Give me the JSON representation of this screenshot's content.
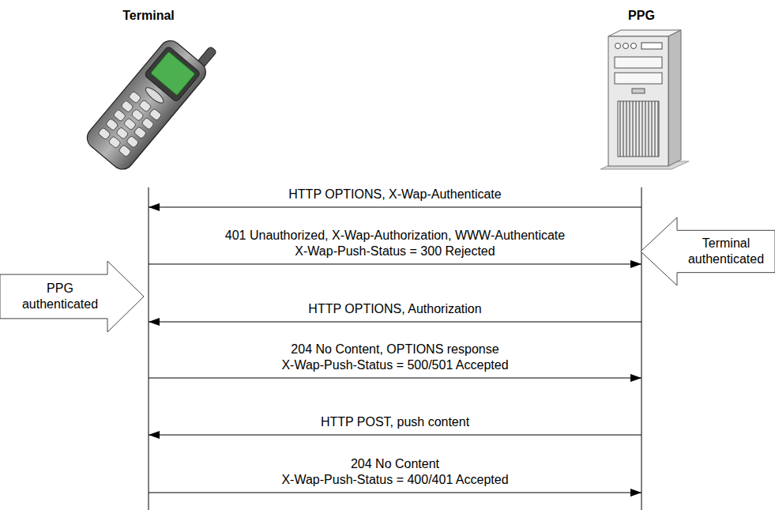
{
  "diagram": {
    "nodes": [
      {
        "text": [
          "Terminal"
        ]
      },
      {
        "text": [
          "PPG"
        ]
      },
      {
        "text": [
          "Terminal authenticated"
        ]
      },
      {
        "text": [
          "PPG authenticated"
        ]
      }
    ],
    "edges": [
      {
        "from": 1,
        "to": 0,
        "arrow": "to",
        "label": "HTTP OPTIONS, X-Wap-Authenticate"
      },
      {
        "from": 0,
        "to": 1,
        "arrow": "to",
        "label": "401 Unauthorized, X-Wap-Authorization, WWW-Authenticate X-Wap-Push-Status = 300 Rejected"
      },
      {
        "from": 1,
        "to": 0,
        "arrow": "to",
        "label": "HTTP OPTIONS, Authorization"
      },
      {
        "from": 0,
        "to": 1,
        "arrow": "to",
        "label": "204 No Content, OPTIONS response X-Wap-Push-Status = 500/501 Accepted"
      },
      {
        "from": 1,
        "to": 0,
        "arrow": "to",
        "label": "HTTP POST, push content"
      },
      {
        "from": 0,
        "to": 1,
        "arrow": "to",
        "label": "204 No Content X-Wap-Push-Status = 400/401 Accepted"
      }
    ]
  }
}
